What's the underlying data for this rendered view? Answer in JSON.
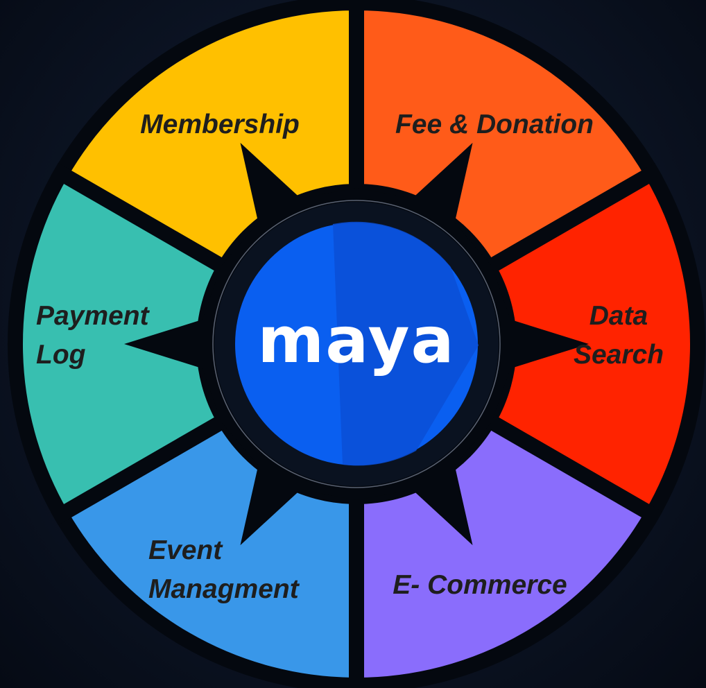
{
  "center": {
    "logo_text": "maya",
    "color": "#0a5ff0"
  },
  "segments": [
    {
      "key": "membership",
      "lines": [
        "Membership"
      ],
      "color": "#ffc000"
    },
    {
      "key": "fee-donation",
      "lines": [
        "Fee & Donation"
      ],
      "color": "#ff5b19"
    },
    {
      "key": "data-search",
      "lines": [
        "Data",
        "Search"
      ],
      "color": "#ff2300"
    },
    {
      "key": "e-commerce",
      "lines": [
        "E- Commerce"
      ],
      "color": "#8a6dfc"
    },
    {
      "key": "event-managment",
      "lines": [
        "Event",
        "Managment"
      ],
      "color": "#3997e9"
    },
    {
      "key": "payment-log",
      "lines": [
        "Payment",
        "Log"
      ],
      "color": "#38bfb0"
    }
  ]
}
